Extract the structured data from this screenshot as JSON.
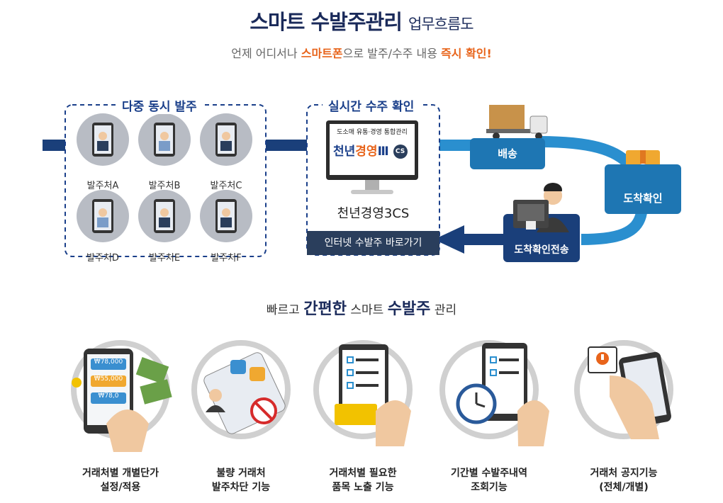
{
  "header": {
    "title_main": "스마트 수발주관리",
    "title_sub": "업무흐름도",
    "subtitle_pre": "언제 어디서나",
    "subtitle_hl1": "스마트폰",
    "subtitle_mid": "으로 발주/수주 내용",
    "subtitle_hl2": "즉시 확인!"
  },
  "order_group": {
    "title": "다중 동시 발주",
    "phones": [
      "발주처A",
      "발주처B",
      "발주처C",
      "발주처D",
      "발주처E",
      "발주처F"
    ]
  },
  "receive_group": {
    "title": "실시간 수주 확인",
    "monitor_top": "도소매 유통·경영 통합관리",
    "monitor_brand_a": "천년",
    "monitor_brand_b": "경영",
    "monitor_brand_c": "Ⅲ",
    "monitor_badge": "CS",
    "monitor_caption": "천년경영3CS",
    "shortcut_button": "인터넷 수발주 바로가기"
  },
  "flow": {
    "delivery": "배송",
    "arrival_check": "도착확인",
    "arrival_send": "도착확인전송"
  },
  "section2": {
    "pre": "빠르고",
    "b1": "간편한",
    "mid": "스마트",
    "b2": "수발주",
    "post": "관리"
  },
  "features": [
    {
      "line1": "거래처별 개별단가",
      "line2": "설정/적용",
      "prices": [
        "₩78,000",
        "₩55,000",
        "₩78,0"
      ]
    },
    {
      "line1": "불량 거래처",
      "line2": "발주차단 기능"
    },
    {
      "line1": "거래처별 필요한",
      "line2": "품목 노출 기능"
    },
    {
      "line1": "기간별 수발주내역",
      "line2": "조회기능"
    },
    {
      "line1": "거래처 공지기능",
      "line2": "(전체/개별)"
    }
  ],
  "colors": {
    "navy": "#1a3f7a",
    "blue": "#1e76b3",
    "orange": "#e8641b",
    "dark_button": "#2a3e5c"
  }
}
